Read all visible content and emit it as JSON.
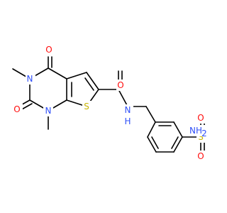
{
  "atoms": {
    "O_top": "O",
    "N3": "N",
    "O_left": "O",
    "N1": "N",
    "S_ring": "S",
    "O_amide": "O",
    "N_amide": "N",
    "H_amide": "H",
    "S_sulf": "S",
    "O_sulf_top": "O",
    "O_sulf_bottom": "O",
    "NH2": "NH",
    "NH2_sub": "2"
  },
  "colors": {
    "carbon": "#000000",
    "oxygen": "#ff0d0d",
    "nitrogen": "#3050f8",
    "sulfur": "#c8b400"
  }
}
